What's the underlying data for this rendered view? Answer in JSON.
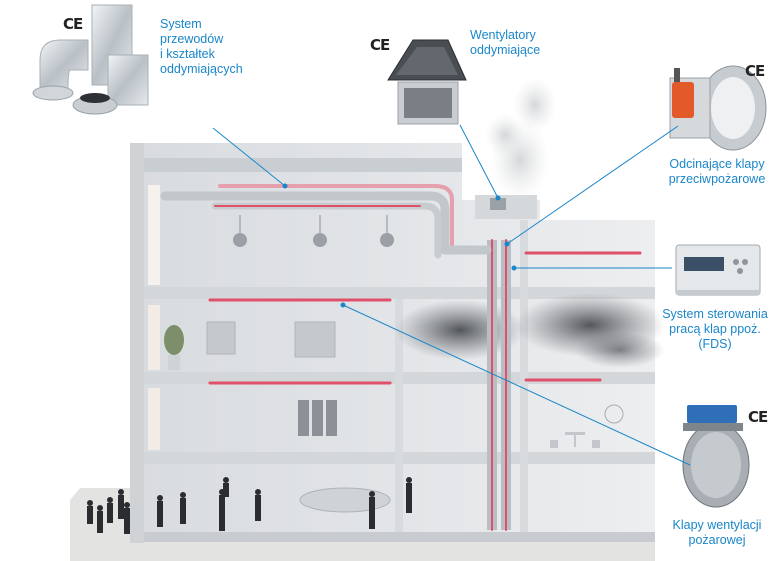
{
  "colors": {
    "label_text": "#1a86c9",
    "leader_line": "#1a86c9",
    "duct_highlight": "#e0506a",
    "building": "#e6e8ea"
  },
  "ce_mark": "CE",
  "callouts": [
    {
      "id": "ducts",
      "text": "System\nprzewodów\ni kształtek\noddymiających",
      "icon": "duct-fittings-icon"
    },
    {
      "id": "fans",
      "text": "Wentylatory\noddymiające",
      "icon": "roof-fan-icon"
    },
    {
      "id": "cutoff-dampers",
      "text": "Odcinające klapy\nprzeciwpożarowe",
      "icon": "fire-damper-icon"
    },
    {
      "id": "fds",
      "text": "System sterowania\npracą klap ppoż.\n(FDS)",
      "icon": "control-module-icon"
    },
    {
      "id": "smoke-dampers",
      "text": "Klapy wentylacji\npożarowej",
      "icon": "smoke-damper-icon"
    }
  ]
}
